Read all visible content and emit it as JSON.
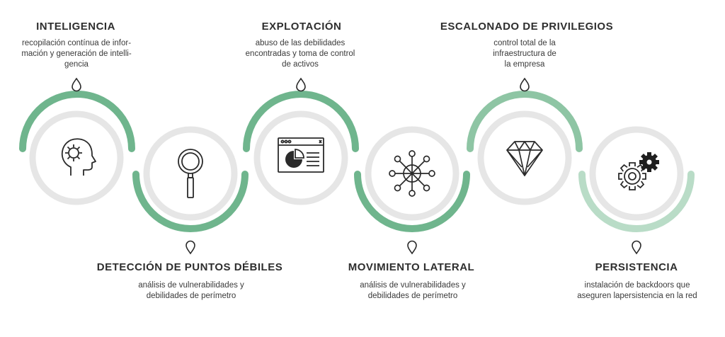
{
  "stages": [
    {
      "id": "inteligencia",
      "title": "INTELIGENCIA",
      "lines": [
        "recopilación contínua de infor-",
        "mación y generación de intelli-",
        "gencia"
      ],
      "icon": "head-gear-icon",
      "position": "top"
    },
    {
      "id": "deteccion",
      "title": "DETECCIÓN DE PUNTOS DÉBILES",
      "lines": [
        "análisis de vulnerabilidades y",
        "debilidades de perímetro"
      ],
      "icon": "magnifier-icon",
      "position": "bottom"
    },
    {
      "id": "explotacion",
      "title": "EXPLOTACIÓN",
      "lines": [
        "abuso de las debilidades",
        "encontradas y toma de control",
        "de activos"
      ],
      "icon": "browser-chart-icon",
      "position": "top"
    },
    {
      "id": "movimiento",
      "title": "MOVIMIENTO LATERAL",
      "lines": [
        "análisis de vulnerabilidades y",
        "debilidades de perímetro"
      ],
      "icon": "network-hub-icon",
      "position": "bottom"
    },
    {
      "id": "escalonado",
      "title": "ESCALONADO DE PRIVILEGIOS",
      "lines": [
        "control total de la",
        "infraestructura de",
        "la empresa"
      ],
      "icon": "diamond-icon",
      "position": "top"
    },
    {
      "id": "persistencia",
      "title": "PERSISTENCIA",
      "lines": [
        "instalación de backdoors que",
        "aseguren lapersistencia en la red"
      ],
      "icon": "gears-icon",
      "position": "bottom"
    }
  ],
  "colors": {
    "green": "#6fb58d",
    "green_light": "#b9dcc7",
    "ring_gray": "#e4e4e4",
    "icon": "#2a2a2a"
  }
}
